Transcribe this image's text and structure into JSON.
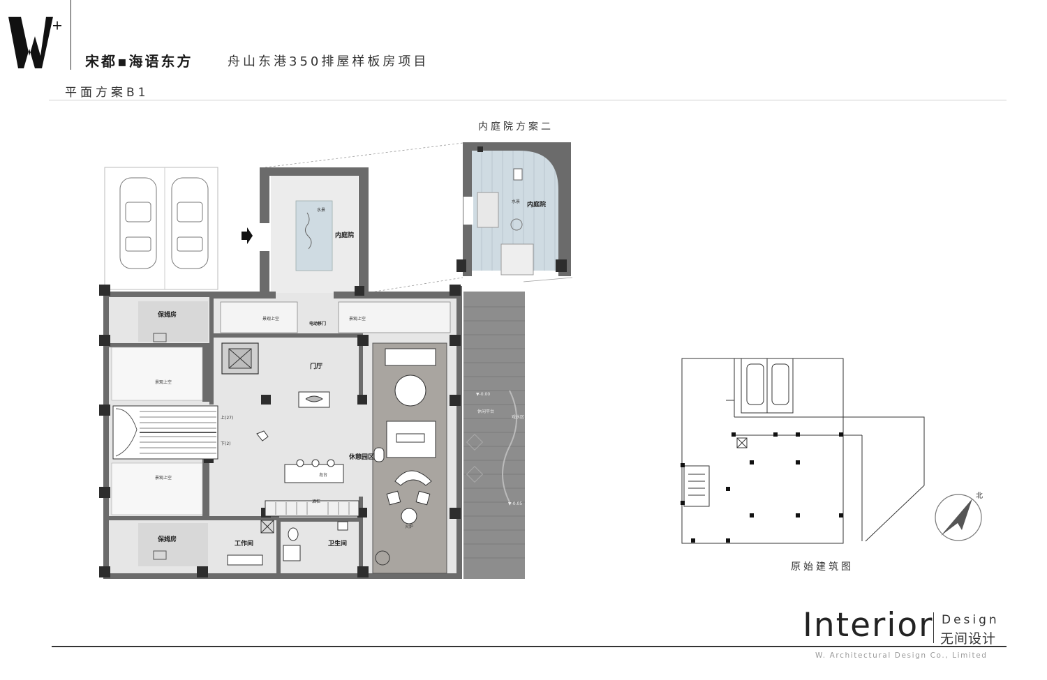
{
  "header": {
    "logo_icon": "w-plus-logo-icon",
    "title_main": "宋都▪海语东方",
    "title_sub": "舟山东港350排屋样板房项目",
    "plan_label": "平面方案B1"
  },
  "captions": {
    "courtyard_option": "内庭院方案二",
    "original_building": "原始建筑图"
  },
  "rooms": {
    "nanny_room": "保姆房",
    "void_above": "景观上空",
    "inner_courtyard": "内庭院",
    "water_feature": "水景",
    "power_sliding_door": "电动移门",
    "foyer": "门厅",
    "lounge_area": "休憩园区",
    "island": "岛台",
    "wine_cabinet": "酒柜",
    "utility_room": "工作间",
    "bathroom": "卫生间",
    "fire_pit": "火炉",
    "leisure_platform": "休闲平台",
    "water_area": "戏水区",
    "stair_up": "上(27)",
    "stair_down": "下(2)",
    "elev_1": "▼-0.00",
    "elev_2": "▼-0.05"
  },
  "compass": {
    "icon": "north-arrow-icon",
    "label": "北"
  },
  "footer": {
    "brand": "Interior",
    "design": "Design",
    "brand_cn": "无间设计",
    "company": "W. Architectural Design Co., Limited"
  },
  "colors": {
    "wall": "#6b6b6b",
    "floor": "#e6e6e6",
    "lounge": "#a9a5a0",
    "water": "#cfdbe2",
    "deck": "#8d8d8d"
  }
}
